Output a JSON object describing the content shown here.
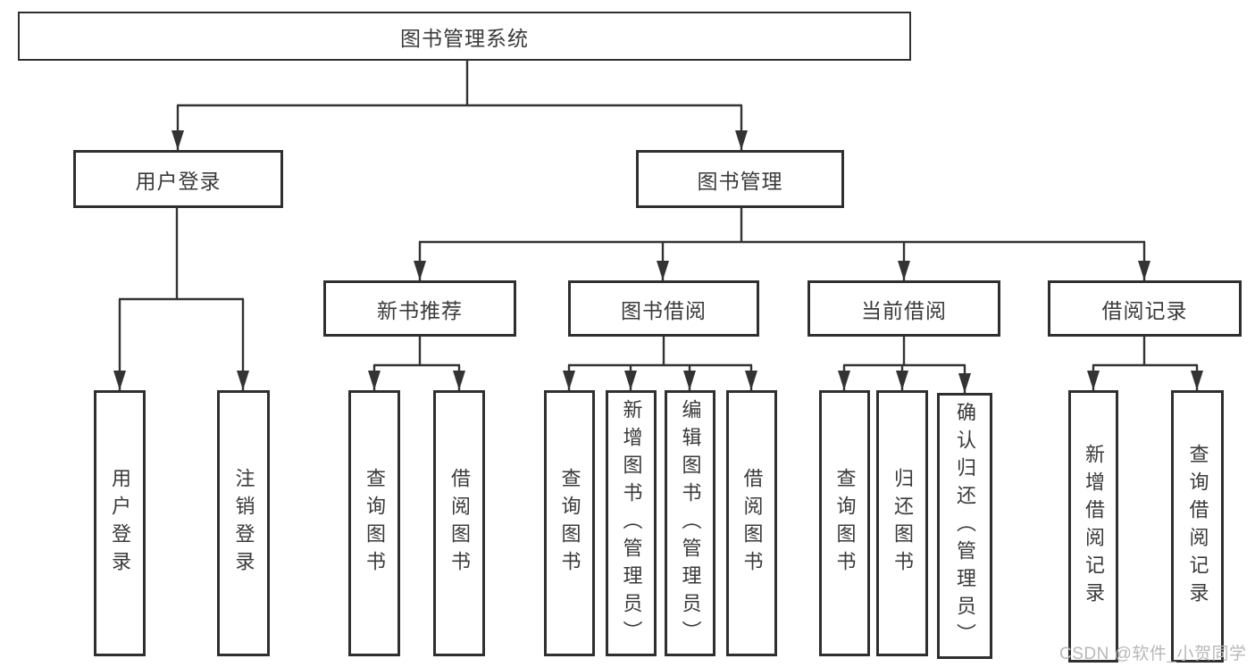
{
  "colors": {
    "background": "#ffffff",
    "line": "#333333",
    "border": "#2f2f2f",
    "text": "#3a3a3a",
    "watermark": "#b8b8b8"
  },
  "nodes": {
    "root": "图书管理系统",
    "user_login": "用户登录",
    "book_mgmt": "图书管理",
    "new_book_rec": "新书推荐",
    "book_borrow": "图书借阅",
    "current_borrow": "当前借阅",
    "borrow_records": "借阅记录",
    "leaf_user_login": "用户登录",
    "leaf_logout": "注销登录",
    "rec_query": "查询图书",
    "rec_borrow": "借阅图书",
    "bb_query": "查询图书",
    "bb_add": "新增图书（管理员）",
    "bb_edit": "编辑图书（管理员）",
    "bb_borrow": "借阅图书",
    "cb_query": "查询图书",
    "cb_return": "归还图书",
    "cb_confirm": "确认归还（管理员）",
    "br_add": "新增借阅记录",
    "br_query": "查询借阅记录"
  },
  "watermark": {
    "text": "CSDN @软件_小贺同学"
  }
}
